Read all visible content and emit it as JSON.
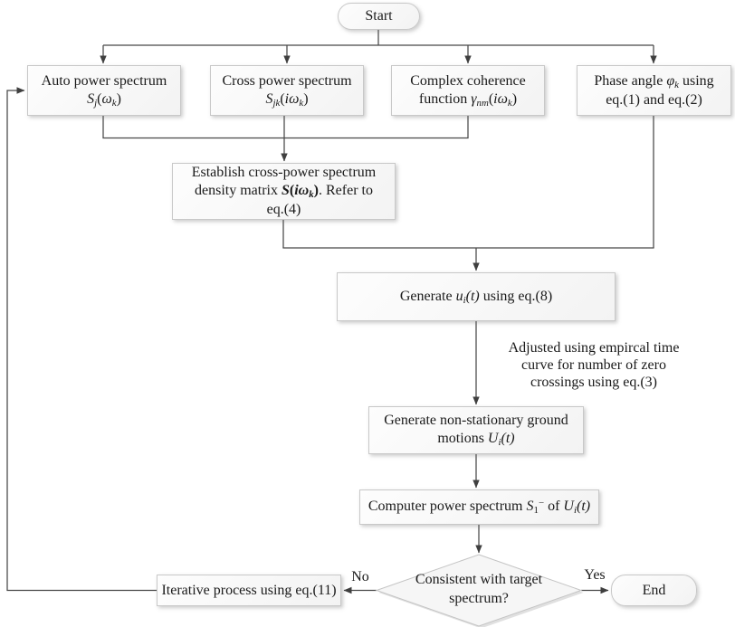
{
  "colors": {
    "line": "#484848",
    "arrowhead": "#3f3f3f",
    "node_border": "#c8c8c8",
    "node_fill": "#f6f6f6",
    "text": "#1a1a1a"
  },
  "nodes": {
    "start": {
      "label": "Start"
    },
    "auto_power": {
      "lines": [
        [
          {
            "t": "Auto power spectrum"
          }
        ],
        [
          {
            "t": "S",
            "s": "i"
          },
          {
            "t": "j",
            "s": "is"
          },
          {
            "t": "("
          },
          {
            "t": "ω",
            "s": "i"
          },
          {
            "t": "k",
            "s": "is"
          },
          {
            "t": ")"
          }
        ]
      ]
    },
    "cross_power": {
      "lines": [
        [
          {
            "t": "Cross power spectrum"
          }
        ],
        [
          {
            "t": "S",
            "s": "i"
          },
          {
            "t": "jk",
            "s": "is"
          },
          {
            "t": "("
          },
          {
            "t": "iω",
            "s": "i"
          },
          {
            "t": "k",
            "s": "is"
          },
          {
            "t": ")"
          }
        ]
      ]
    },
    "coherence": {
      "lines": [
        [
          {
            "t": "Complex coherence"
          }
        ],
        [
          {
            "t": "function "
          },
          {
            "t": "γ",
            "s": "i"
          },
          {
            "t": "nm",
            "s": "is"
          },
          {
            "t": "("
          },
          {
            "t": "iω",
            "s": "i"
          },
          {
            "t": "k",
            "s": "is"
          },
          {
            "t": ")"
          }
        ]
      ]
    },
    "phase_angle": {
      "lines": [
        [
          {
            "t": "Phase angle "
          },
          {
            "t": "φ",
            "s": "i"
          },
          {
            "t": "k",
            "s": "is"
          },
          {
            "t": " using"
          }
        ],
        [
          {
            "t": "eq.(1) and eq.(2)"
          }
        ]
      ]
    },
    "establish": {
      "lines": [
        [
          {
            "t": "Establish cross-power spectrum"
          }
        ],
        [
          {
            "t": "density matrix "
          },
          {
            "t": "S",
            "s": "bi"
          },
          {
            "t": "(",
            "s": "b"
          },
          {
            "t": "iω",
            "s": "bi"
          },
          {
            "t": "k",
            "s": "bis"
          },
          {
            "t": ")",
            "s": "b"
          },
          {
            "t": ". Refer to"
          }
        ],
        [
          {
            "t": "eq.(4)"
          }
        ]
      ]
    },
    "generate_u": {
      "lines": [
        [
          {
            "t": "Generate "
          },
          {
            "t": "u",
            "s": "i"
          },
          {
            "t": "i",
            "s": "is"
          },
          {
            "t": "(t)",
            "s": "i"
          },
          {
            "t": " using eq.(8)"
          }
        ]
      ]
    },
    "annotation": {
      "lines": [
        [
          {
            "t": "Adjusted using empircal time"
          }
        ],
        [
          {
            "t": "curve for number of zero"
          }
        ],
        [
          {
            "t": "crossings using eq.(3)"
          }
        ]
      ]
    },
    "generate_U": {
      "lines": [
        [
          {
            "t": "Generate non-stationary ground"
          }
        ],
        [
          {
            "t": "motions "
          },
          {
            "t": "U",
            "s": "i"
          },
          {
            "t": "i",
            "s": "is"
          },
          {
            "t": "(t)",
            "s": "i"
          }
        ]
      ]
    },
    "compute": {
      "lines": [
        [
          {
            "t": "Computer power spectrum "
          },
          {
            "t": "S",
            "s": "i"
          },
          {
            "t": "1",
            "s": "s"
          },
          {
            "t": "−",
            "s": "p"
          },
          {
            "t": " of "
          },
          {
            "t": "U",
            "s": "i"
          },
          {
            "t": "i",
            "s": "is"
          },
          {
            "t": "(t)",
            "s": "i"
          }
        ]
      ]
    },
    "decision": {
      "lines": [
        [
          {
            "t": "Consistent with target"
          }
        ],
        [
          {
            "t": "spectrum?"
          }
        ]
      ]
    },
    "iterative": {
      "lines": [
        [
          {
            "t": "Iterative process using eq.(11)"
          }
        ]
      ]
    },
    "end": {
      "label": "End"
    }
  },
  "edge_labels": {
    "no": "No",
    "yes": "Yes"
  }
}
